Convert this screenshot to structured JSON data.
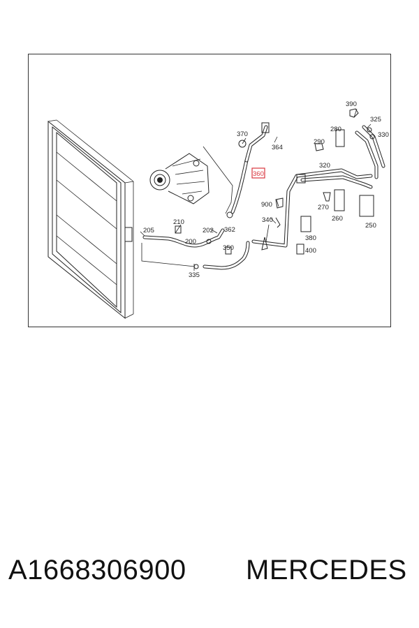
{
  "diagram": {
    "labels": [
      {
        "id": "370",
        "text": "370"
      },
      {
        "id": "364",
        "text": "364"
      },
      {
        "id": "360",
        "text": "360"
      },
      {
        "id": "362",
        "text": "362"
      },
      {
        "id": "390",
        "text": "390"
      },
      {
        "id": "325",
        "text": "325"
      },
      {
        "id": "330",
        "text": "330"
      },
      {
        "id": "280",
        "text": "280"
      },
      {
        "id": "290",
        "text": "290"
      },
      {
        "id": "320",
        "text": "320"
      },
      {
        "id": "900",
        "text": "900"
      },
      {
        "id": "270",
        "text": "270"
      },
      {
        "id": "260",
        "text": "260"
      },
      {
        "id": "250",
        "text": "250"
      },
      {
        "id": "340",
        "text": "340"
      },
      {
        "id": "380",
        "text": "380"
      },
      {
        "id": "400",
        "text": "400"
      },
      {
        "id": "210",
        "text": "210"
      },
      {
        "id": "205",
        "text": "205"
      },
      {
        "id": "202",
        "text": "202"
      },
      {
        "id": "200",
        "text": "200"
      },
      {
        "id": "350",
        "text": "350"
      },
      {
        "id": "335",
        "text": "335"
      }
    ],
    "highlighted": "360",
    "highlight_color": "#d9363e"
  },
  "caption": {
    "part_number": "A1668306900",
    "brand": "MERCEDES"
  }
}
